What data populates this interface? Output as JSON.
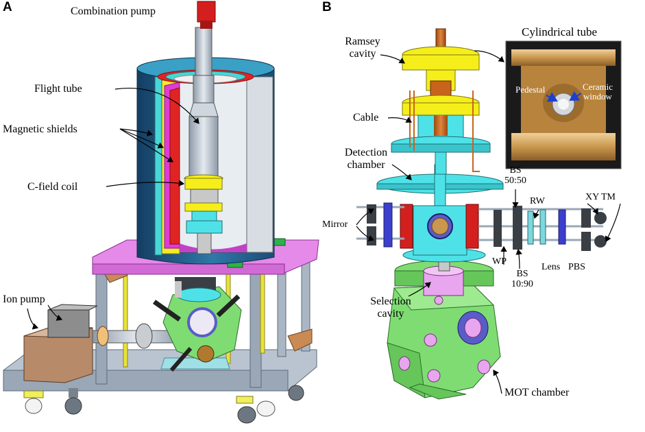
{
  "panels": {
    "a": "A",
    "b": "B"
  },
  "labels_a": {
    "combination_pump": "Combination pump",
    "flight_tube": "Flight tube",
    "magnetic_shields": "Magnetic shields",
    "c_field_coil": "C-field coil",
    "ion_pump": "Ion pump"
  },
  "labels_b": {
    "ramsey_cavity": [
      "Ramsey",
      "cavity"
    ],
    "cable": "Cable",
    "detection_chamber": [
      "Detection",
      "chamber"
    ],
    "mirror": "Mirror",
    "selection_cavity": [
      "Selection",
      "cavity"
    ],
    "mot_chamber": "MOT chamber",
    "bs_5050": [
      "BS",
      "50:50"
    ],
    "rw": "RW",
    "xy_tm": "XY TM",
    "wp": "WP",
    "bs_1090": [
      "BS",
      "10:90"
    ],
    "lens": "Lens",
    "pbs": "PBS"
  },
  "photo": {
    "title": "Cylindrical tube",
    "pedestal": "Pedestal",
    "ceramic_window": [
      "Ceramic",
      "window"
    ]
  },
  "colors": {
    "shield_outer": "#1f5d8c",
    "shield_inner_cyan": "#48d6d6",
    "shield_yellow": "#f4ea2a",
    "shield_red": "#e02424",
    "shield_magenta": "#e03ad8",
    "platform_magenta": "#e58ae8",
    "frame_gray": "#9aa7b6",
    "pump_red": "#d41f1f",
    "cyan_parts": "#4ee2e8",
    "yellow_parts": "#f6ee1a",
    "copper": "#c8641c",
    "green_chamber": "#7fdc72",
    "violet_insert": "#e7a6ee",
    "blue_ring": "#5a5cc8",
    "photo_brass": "#c9974e"
  }
}
